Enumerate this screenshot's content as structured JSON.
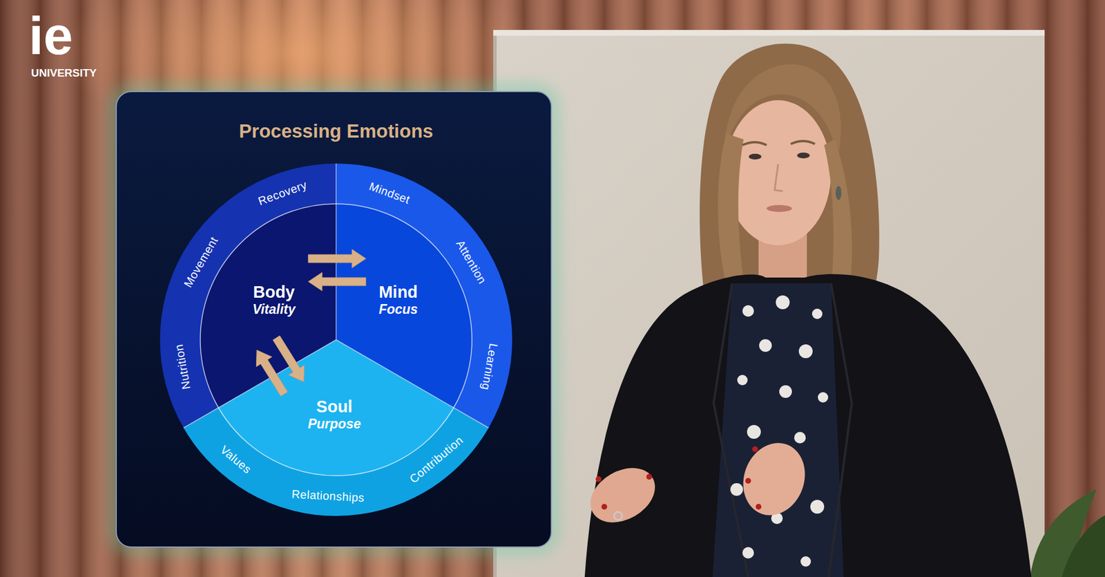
{
  "diagram": {
    "title": "Processing Emotions",
    "nodes": [
      {
        "text": [
          "Body",
          "Vitality"
        ]
      },
      {
        "text": [
          "Mind",
          "Focus"
        ]
      },
      {
        "text": [
          "Soul",
          "Purpose"
        ]
      }
    ],
    "edges": [
      {
        "from": 0,
        "to": 1,
        "arrow": "both"
      },
      {
        "from": 0,
        "to": 2,
        "arrow": "both"
      }
    ],
    "labels": [
      "ie",
      "UNIVERSITY",
      "Recovery",
      "Movement",
      "Nutrition",
      "Mindset",
      "Attention",
      "Learning",
      "Contribution",
      "Relationships",
      "Values"
    ]
  }
}
